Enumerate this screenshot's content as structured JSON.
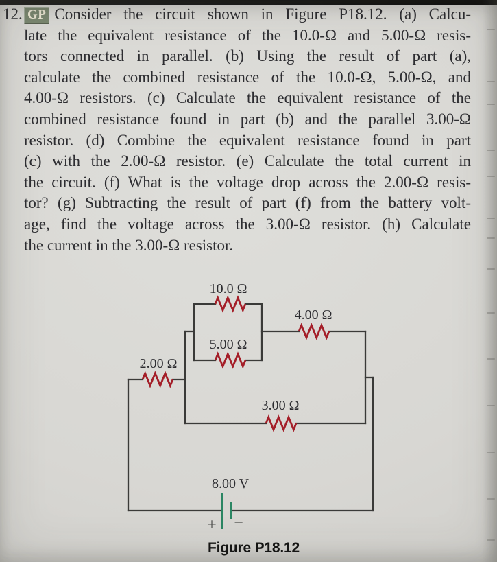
{
  "page": {
    "bg": "#d8d7d3",
    "top_bar_color": "#141413"
  },
  "problem": {
    "number": "12.",
    "badge": "GP",
    "lines": [
      "Consider the circuit shown in Figure P18.12. (a) Calcu-",
      "late the equivalent resistance of the 10.0-Ω and 5.00-Ω resis-",
      "tors connected in parallel. (b) Using the result of part (a),",
      "calculate the combined resistance of the 10.0-Ω, 5.00-Ω, and",
      "4.00-Ω resistors. (c) Calculate the equivalent resistance of the",
      "combined resistance found in part (b) and the parallel 3.00-Ω",
      "resistor. (d) Combine the equivalent resistance found in part",
      "(c) with the 2.00-Ω resistor. (e) Calculate the total current in",
      "the circuit. (f) What is the voltage drop across the 2.00-Ω resis-",
      "tor? (g) Subtracting the result of part (f) from the battery volt-",
      "age, find the voltage across the 3.00-Ω resistor. (h) Calculate",
      "the current in the 3.00-Ω resistor."
    ]
  },
  "figure": {
    "caption": "Figure P18.12",
    "labels": {
      "r10": "10.0 Ω",
      "r5": "5.00 Ω",
      "r4": "4.00 Ω",
      "r2": "2.00 Ω",
      "r3": "3.00 Ω",
      "battery": "8.00 V",
      "plus": "+",
      "minus": "−"
    },
    "colors": {
      "wire": "#3a3a38",
      "resistor": "#a41e28",
      "battery": "#2b8663"
    }
  }
}
